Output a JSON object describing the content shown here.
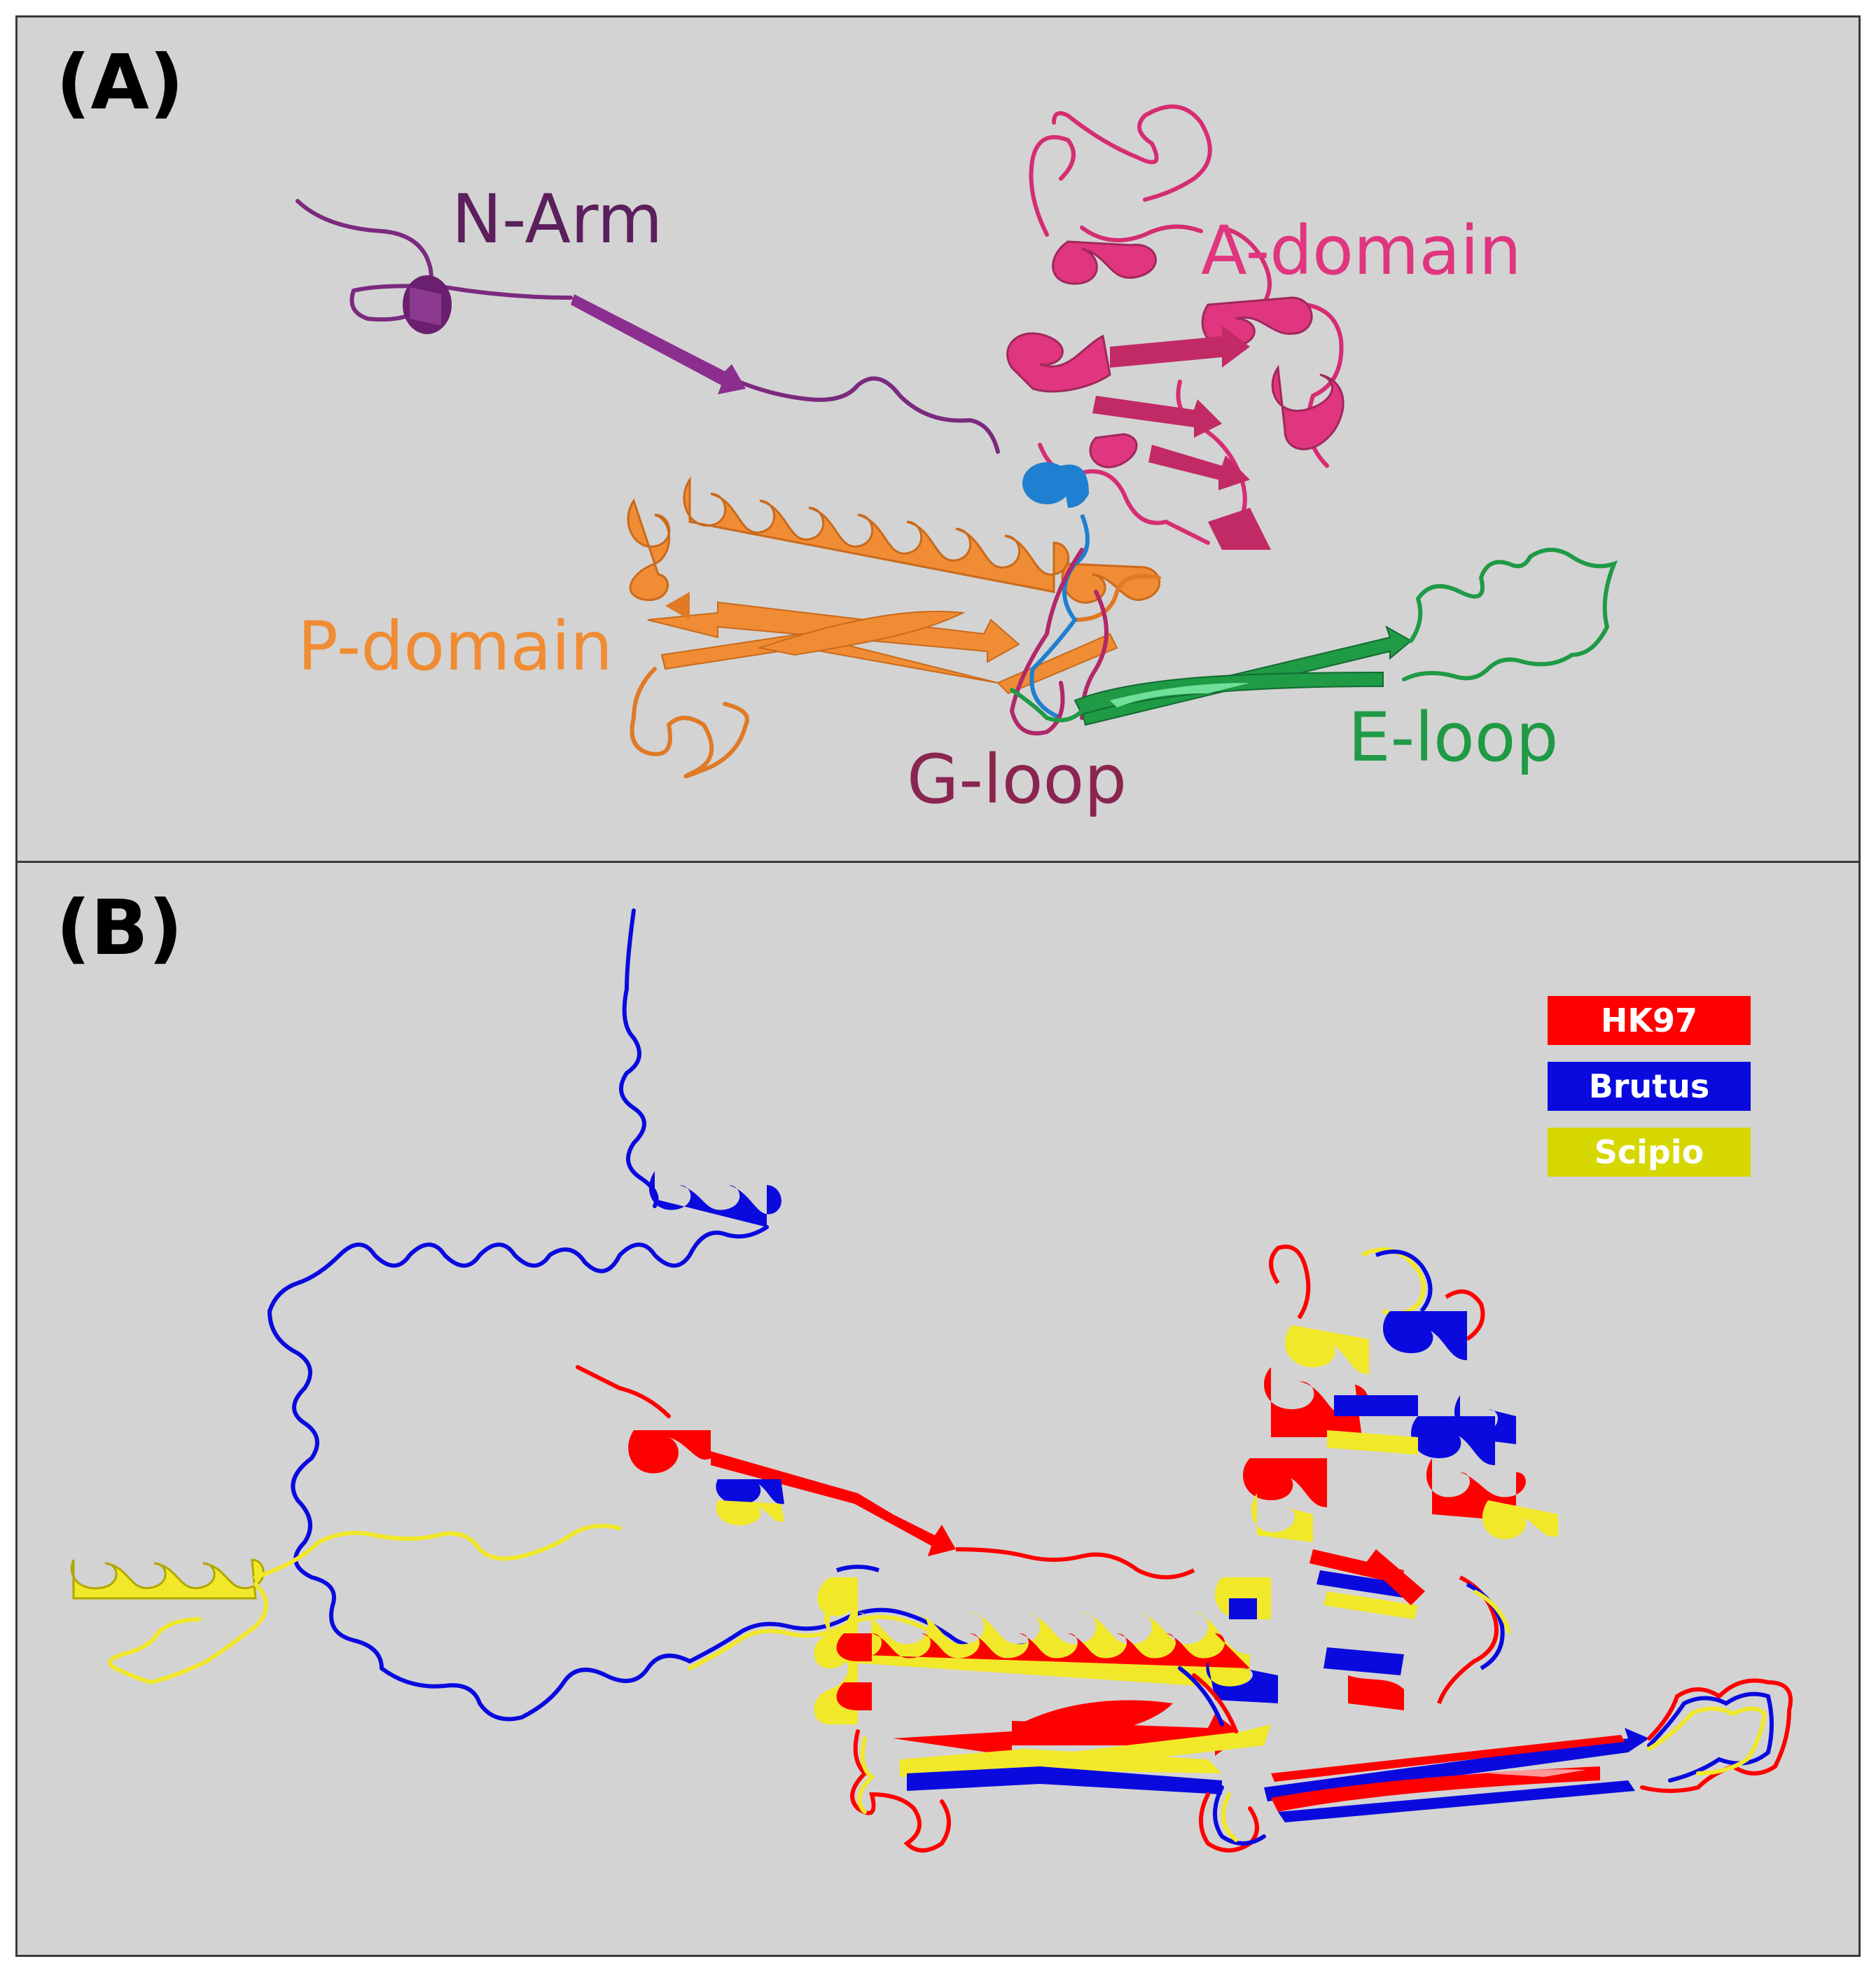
{
  "panel_a": {
    "letter": "(A)",
    "labels": {
      "n_arm": "N-Arm",
      "a_domain": "A-domain",
      "p_domain": "P-domain",
      "g_loop": "G-loop",
      "e_loop": "E-loop"
    },
    "colors": {
      "n_arm": "#7b2a7f",
      "a_domain": "#e0357f",
      "p_domain": "#f08c33",
      "g_loop": "#a0285a",
      "e_loop": "#1f9a45",
      "helix_blue": "#1f7fd0"
    }
  },
  "panel_b": {
    "letter": "(B)",
    "legend": [
      {
        "label": "HK97",
        "color": "#ff0000"
      },
      {
        "label": "Brutus",
        "color": "#0a0adf"
      },
      {
        "label": "Scipio",
        "color": "#d6d600"
      }
    ]
  }
}
